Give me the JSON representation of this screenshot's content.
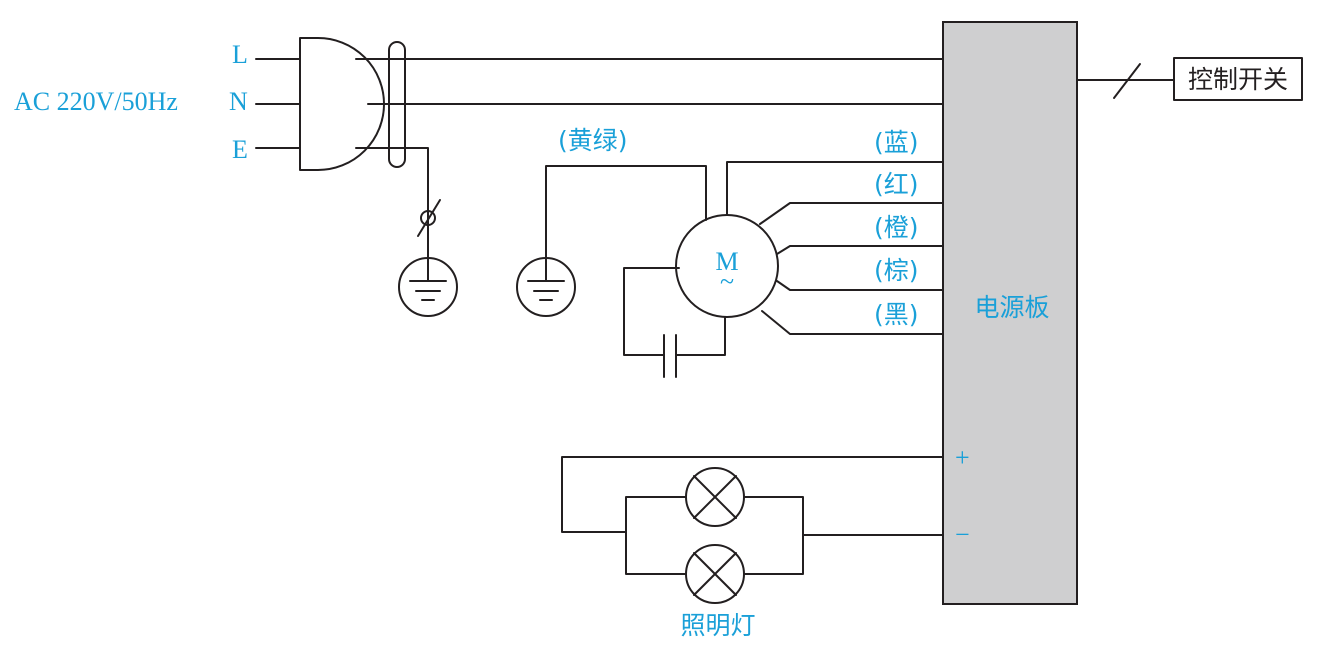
{
  "supply": {
    "voltage": "AC 220V/50Hz",
    "terminal_l": "L",
    "terminal_n": "N",
    "terminal_e": "E"
  },
  "control_switch": "控制开关",
  "power_board": "电源板",
  "ground_wire_color": "(黄绿)",
  "motor": {
    "symbol": "M",
    "ac_mark": "~"
  },
  "wire_colors": [
    "(蓝)",
    "(红)",
    "(橙)",
    "(棕)",
    "(黑)"
  ],
  "dc_output": {
    "plus": "+",
    "minus": "−"
  },
  "lighting": "照明灯",
  "colors": {
    "label": "#1aa0d8",
    "board_fill": "#cfcfd0",
    "wire": "#231f20"
  }
}
